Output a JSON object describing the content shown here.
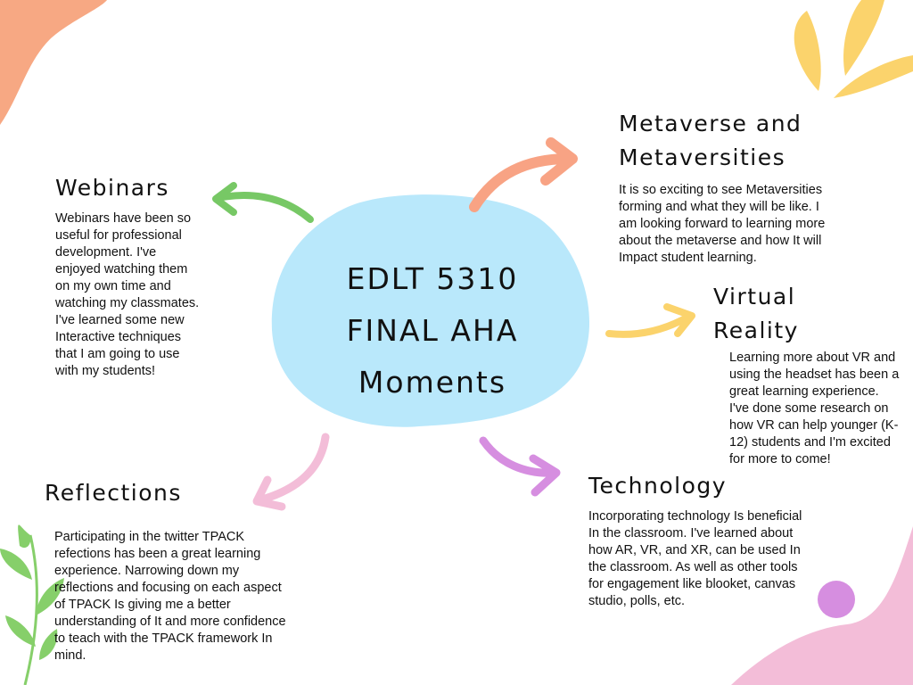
{
  "center": {
    "lines": [
      "EDLT 5310",
      "FINAL AHA",
      "Moments"
    ],
    "color": "#b9e8fb"
  },
  "sections": {
    "webinars": {
      "heading": "Webinars",
      "text": "Webinars have been so useful for professional development. I've enjoyed watching them on my own time and watching my classmates. I've learned some new Interactive techniques that I am going to use with my students!",
      "arrow_color": "#77c865"
    },
    "metaverse": {
      "heading_lines": [
        "Metaverse and",
        "Metaversities"
      ],
      "text": "It is so exciting to see Metaversities forming and what they will be like. I am looking forward to learning more about the metaverse and how It will Impact student learning.",
      "arrow_color": "#f8a384"
    },
    "vr": {
      "heading_lines": [
        "Virtual",
        "Reality"
      ],
      "text": "Learning more about VR and using the headset has been a great learning experience. I've done some research on how VR can help younger (K-12) students and I'm excited for more to come!",
      "arrow_color": "#fbd36c"
    },
    "technology": {
      "heading": "Technology",
      "text": "Incorporating technology Is beneficial In the classroom. I've learned about how AR, VR, and XR, can be used In the classroom. As well as other tools for engagement like blooket, canvas studio, polls, etc.",
      "arrow_color": "#d68ee0"
    },
    "reflections": {
      "heading": "Reflections",
      "text": "Participating in the twitter TPACK refections has been a great learning experience. Narrowing down my reflections and focusing on each aspect of TPACK Is giving me a better understanding of It and more confidence to teach with the TPACK framework In mind.",
      "arrow_color": "#f3bdd8"
    }
  },
  "decor": {
    "blob_orange": "#f7a883",
    "splash_yellow": "#fbd36c",
    "blob_pink": "#f3bdd8",
    "dot_purple": "#d68ee0",
    "leaf_green": "#86cf6a"
  }
}
